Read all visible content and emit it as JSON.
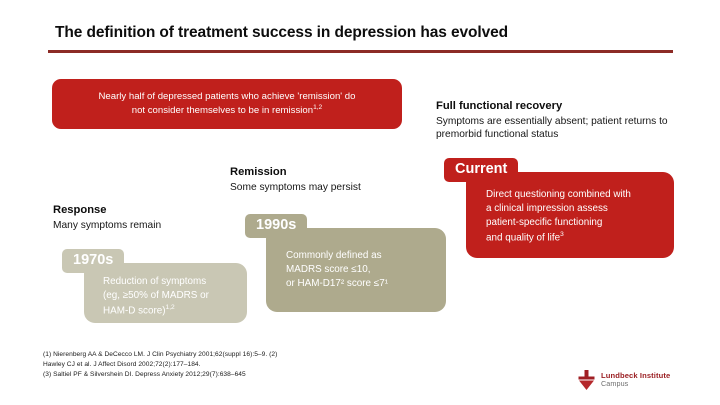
{
  "slide": {
    "title": "The definition of treatment success in depression has evolved",
    "accent_red": "#c0201c",
    "rule_red": "#8c2b26",
    "tan_light": "#c9c7b4",
    "tan_dark": "#aeaa8d"
  },
  "callout": {
    "text_line1": "Nearly half of depressed patients who achieve 'remission' do",
    "text_line2": "not consider themselves to be in remission",
    "superscript": "1,2"
  },
  "stages": [
    {
      "id": "response",
      "heading": "Response",
      "subtext": "Many symptoms remain"
    },
    {
      "id": "remission",
      "heading": "Remission",
      "subtext": "Some symptoms may persist"
    },
    {
      "id": "recovery",
      "heading": "Full functional recovery",
      "subtext": "Symptoms are essentially absent; patient returns to premorbid functional status"
    }
  ],
  "eras": [
    {
      "id": "1970s",
      "tab_label": "1970s",
      "color": "#c9c7b4",
      "lines": [
        "Reduction of symptoms",
        "(eg, ≥50% of MADRS or",
        "HAM-D score)"
      ],
      "superscript": "1,2"
    },
    {
      "id": "1990s",
      "tab_label": "1990s",
      "color": "#aeaa8d",
      "lines": [
        "Commonly defined as",
        "MADRS score ≤10,",
        "or HAM-D17² score ≤7¹"
      ],
      "superscript": ""
    },
    {
      "id": "current",
      "tab_label": "Current",
      "color": "#c0201c",
      "lines": [
        "Direct questioning combined with",
        "a clinical impression assess",
        "patient-specific functioning",
        "and quality of life"
      ],
      "superscript": "3"
    }
  ],
  "references": {
    "line1": "(1) Nierenberg AA & DeCecco LM. J Clin Psychiatry 2001;62(suppl 16):5–9. (2)",
    "line2": "Hawley CJ et al. J Affect Disord 2002;72(2):177–184.",
    "line3": "(3) Saltiel PF & Silvershein DI. Depress Anxiety 2012;29(7):638–645"
  },
  "logo": {
    "name": "Lundbeck Institute",
    "sub": "Campus",
    "icon": "lundbeck-flask-icon"
  }
}
